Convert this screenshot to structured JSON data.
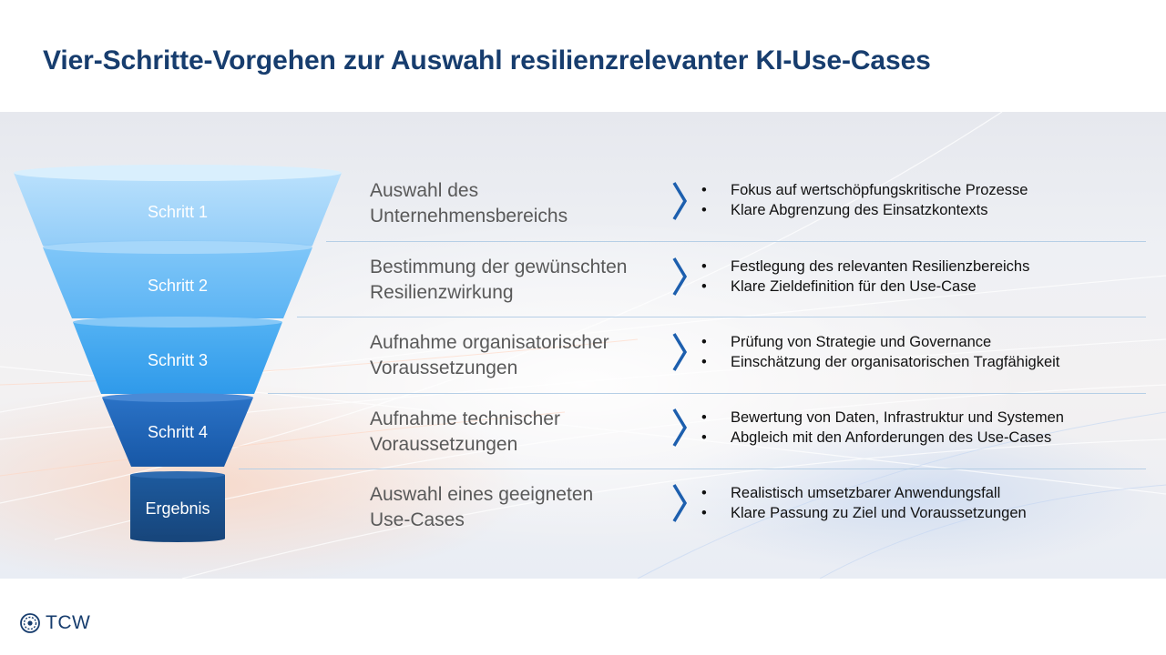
{
  "title": "Vier-Schritte-Vorgehen zur Auswahl resilienzrelevanter KI-Use-Cases",
  "funnel": [
    {
      "label": "Schritt 1",
      "color": "#a9d8fb"
    },
    {
      "label": "Schritt 2",
      "color": "#6cbef7"
    },
    {
      "label": "Schritt 3",
      "color": "#40a7f0"
    },
    {
      "label": "Schritt 4",
      "color": "#1d63b9"
    },
    {
      "label": "Ergebnis",
      "color": "#1a4f8e"
    }
  ],
  "steps": [
    {
      "title_line1": "Auswahl des",
      "title_line2": "Unternehmensbereichs",
      "bullets": [
        "Fokus auf wertschöpfungskritische Prozesse",
        "Klare Abgrenzung des Einsatzkontexts"
      ]
    },
    {
      "title_line1": "Bestimmung der gewünschten",
      "title_line2": "Resilienzwirkung",
      "bullets": [
        "Festlegung des relevanten Resilienzbereichs",
        "Klare Zieldefinition für den Use-Case"
      ]
    },
    {
      "title_line1": "Aufnahme organisatorischer",
      "title_line2": "Voraussetzungen",
      "bullets": [
        "Prüfung von Strategie und  Governance",
        "Einschätzung der organisatorischen Tragfähigkeit"
      ]
    },
    {
      "title_line1": "Aufnahme technischer",
      "title_line2": "Voraussetzungen",
      "bullets": [
        "Bewertung von Daten, Infrastruktur und Systemen",
        "Abgleich mit den Anforderungen des Use-Cases"
      ]
    },
    {
      "title_line1": "Auswahl eines geeigneten",
      "title_line2": "Use-Cases",
      "bullets": [
        "Realistisch umsetzbarer Anwendungsfall",
        "Klare Passung zu Ziel und Voraussetzungen"
      ]
    }
  ],
  "accent_color": "#1d5fae",
  "logo": {
    "text": "TCW",
    "icon": "tcw-logo-icon"
  }
}
